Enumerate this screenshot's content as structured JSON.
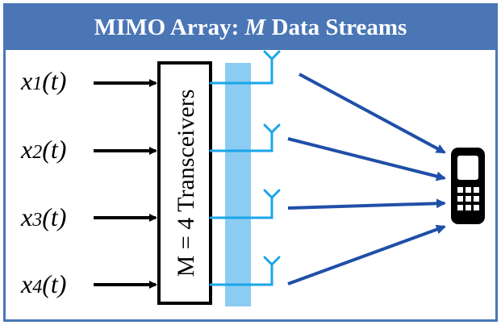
{
  "header": {
    "title_prefix": "MIMO Array: ",
    "title_italic": "M",
    "title_suffix": " Data Streams"
  },
  "inputs": [
    {
      "var": "x",
      "sub": "1",
      "arg": "(t)"
    },
    {
      "var": "x",
      "sub": "2",
      "arg": "(t)"
    },
    {
      "var": "x",
      "sub": "3",
      "arg": "(t)"
    },
    {
      "var": "x",
      "sub": "4",
      "arg": "(t)"
    }
  ],
  "transceiver_label": "M = 4 Transceivers",
  "icons": {
    "antenna": "antenna-icon",
    "handset": "mobile-phone-icon"
  },
  "colors": {
    "header_bg": "#4a76b6",
    "border": "#4a76b6",
    "beam_arrow": "#1f4fa8",
    "feed_line": "#1aa6ea",
    "feed_bar": "#8ccbf2"
  }
}
